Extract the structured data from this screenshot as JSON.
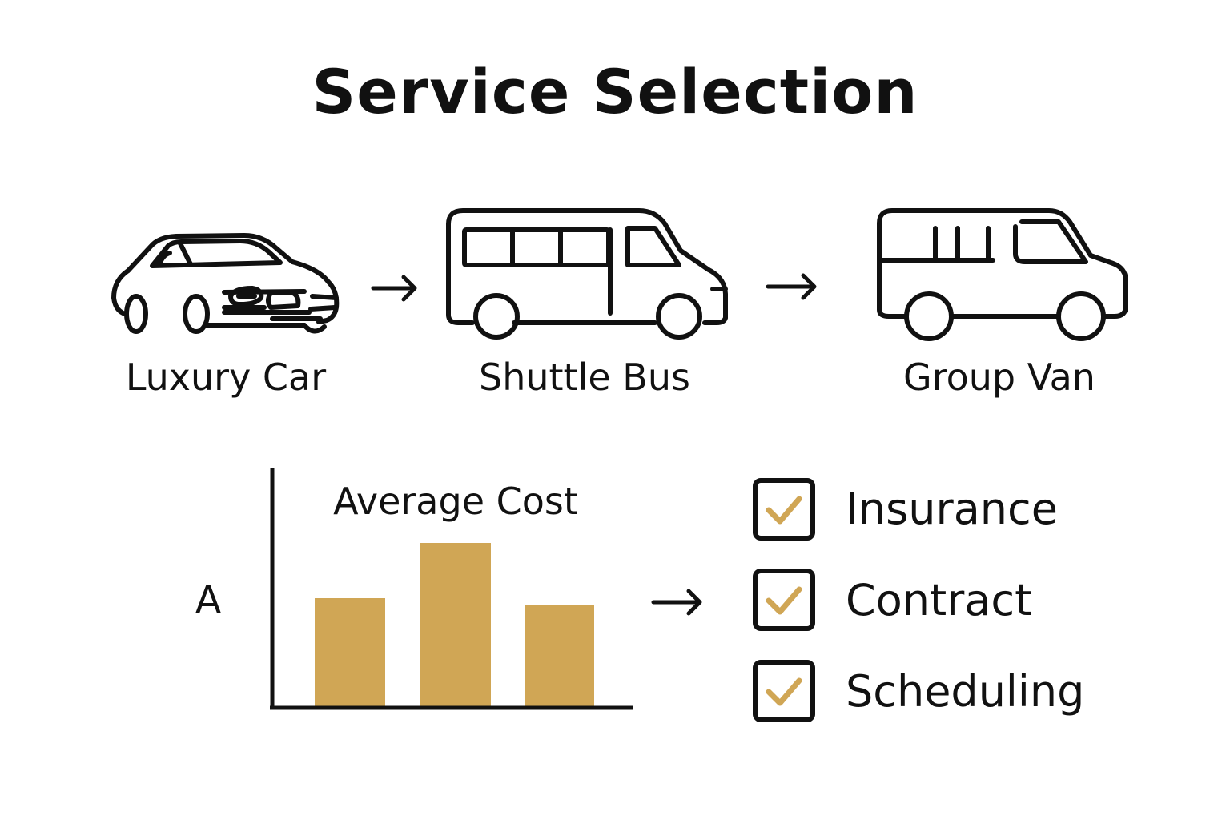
{
  "title": "Service Selection",
  "vehicles": [
    {
      "label": "Luxury Car",
      "icon": "luxury-car-icon"
    },
    {
      "label": "Shuttle Bus",
      "icon": "shuttle-bus-icon"
    },
    {
      "label": "Group Van",
      "icon": "group-van-icon"
    }
  ],
  "checklist": [
    {
      "label": "Insurance",
      "checked": true
    },
    {
      "label": "Contract",
      "checked": true
    },
    {
      "label": "Scheduling",
      "checked": true
    }
  ],
  "colors": {
    "ink": "#111111",
    "accent": "#d0a655",
    "background": "#ffffff"
  },
  "chart_data": {
    "type": "bar",
    "title": "Average Cost",
    "ylabel": "A",
    "xlabel": "",
    "categories": [
      "",
      "",
      ""
    ],
    "values": [
      45,
      68,
      42
    ],
    "ylim": [
      0,
      100
    ],
    "grid": false,
    "axis_ticks": false
  }
}
